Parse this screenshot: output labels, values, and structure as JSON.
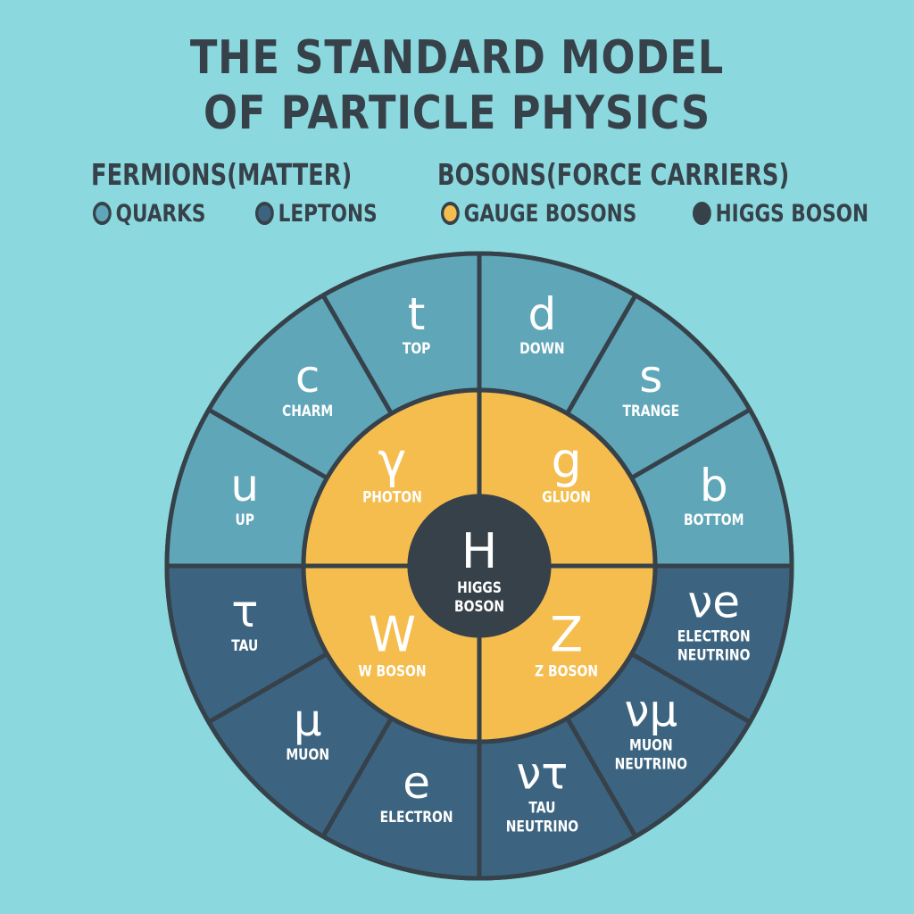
{
  "title": [
    "THE STANDARD MODEL",
    "OF PARTICLE PHYSICS"
  ],
  "groups": {
    "fermions": "FERMIONS(MATTER)",
    "bosons": "BOSONS(FORCE CARRIERS)"
  },
  "legend": [
    {
      "label": "QUARKS",
      "color": "#5fa6b9"
    },
    {
      "label": "LEPTONS",
      "color": "#3c6480"
    },
    {
      "label": "GAUGE BOSONS",
      "color": "#f4bd4e"
    },
    {
      "label": "HIGGS BOSON",
      "color": "#36414a"
    }
  ],
  "colors": {
    "background": "#8bd9de",
    "quark": "#5fa6b9",
    "lepton": "#3c6480",
    "gauge": "#f4bd4e",
    "higgs": "#36414a",
    "outline": "#36414a"
  },
  "quarks": [
    {
      "symbol": "u",
      "label": [
        "UP"
      ]
    },
    {
      "symbol": "c",
      "label": [
        "CHARM"
      ]
    },
    {
      "symbol": "t",
      "label": [
        "TOP"
      ]
    },
    {
      "symbol": "d",
      "label": [
        "DOWN"
      ]
    },
    {
      "symbol": "s",
      "label": [
        "TRANGE"
      ]
    },
    {
      "symbol": "b",
      "label": [
        "BOTTOM"
      ]
    }
  ],
  "leptons": [
    {
      "symbol": "τ",
      "label": [
        "TAU"
      ]
    },
    {
      "symbol": "μ",
      "label": [
        "MUON"
      ]
    },
    {
      "symbol": "e",
      "label": [
        "ELECTRON"
      ]
    },
    {
      "symbol": "ντ",
      "label": [
        "TAU",
        "NEUTRINO"
      ]
    },
    {
      "symbol": "νμ",
      "label": [
        "MUON",
        "NEUTRINO"
      ]
    },
    {
      "symbol": "νe",
      "label": [
        "ELECTRON",
        "NEUTRINO"
      ]
    }
  ],
  "gauge_bosons": [
    {
      "symbol": "γ",
      "label": [
        "PHOTON"
      ]
    },
    {
      "symbol": "g",
      "label": [
        "GLUON"
      ]
    },
    {
      "symbol": "W",
      "label": [
        "W BOSON"
      ]
    },
    {
      "symbol": "Z",
      "label": [
        "Z BOSON"
      ]
    }
  ],
  "higgs": {
    "symbol": "H",
    "label": [
      "HIGGS",
      "BOSON"
    ]
  }
}
